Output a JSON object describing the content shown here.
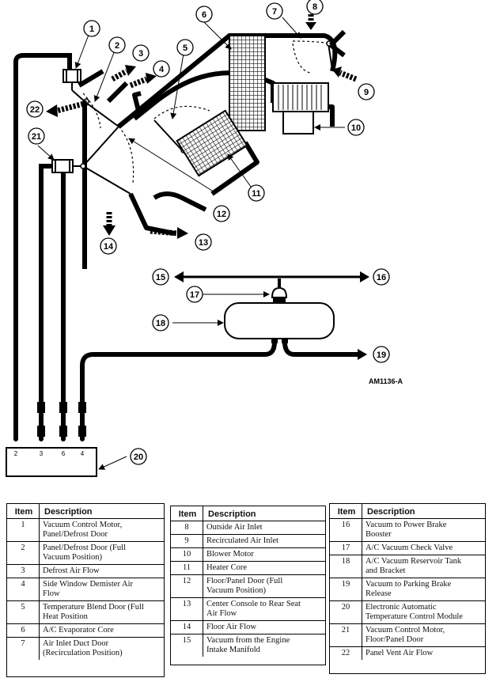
{
  "callouts": [
    "1",
    "2",
    "3",
    "4",
    "5",
    "6",
    "7",
    "8",
    "9",
    "10",
    "11",
    "12",
    "13",
    "14",
    "15",
    "16",
    "17",
    "18",
    "19",
    "20",
    "21",
    "22"
  ],
  "figure_id": "AM1136-A",
  "module_ports": [
    "2",
    "3",
    "6",
    "4"
  ],
  "table_headers": {
    "item": "Item",
    "description": "Description"
  },
  "table1": [
    {
      "item": "1",
      "desc": [
        "Vacuum Control Motor,",
        "Panel/Defrost Door"
      ]
    },
    {
      "item": "2",
      "desc": [
        "Panel/Defrost Door (Full",
        "Vacuum Position)"
      ]
    },
    {
      "item": "3",
      "desc": [
        "Defrost Air Flow"
      ]
    },
    {
      "item": "4",
      "desc": [
        "Side Window Demister Air",
        "Flow"
      ]
    },
    {
      "item": "5",
      "desc": [
        "Temperature Blend Door (Full",
        "Heat Position"
      ]
    },
    {
      "item": "6",
      "desc": [
        "A/C Evaporator Core"
      ]
    },
    {
      "item": "7",
      "desc": [
        "Air Inlet Duct Door",
        "(Recirculation Position)"
      ]
    }
  ],
  "table2": [
    {
      "item": "8",
      "desc": [
        "Outside Air Inlet"
      ]
    },
    {
      "item": "9",
      "desc": [
        "Recirculated Air Inlet"
      ]
    },
    {
      "item": "10",
      "desc": [
        "Blower Motor"
      ]
    },
    {
      "item": "11",
      "desc": [
        "Heater Core"
      ]
    },
    {
      "item": "12",
      "desc": [
        "Floor/Panel Door (Full",
        "Vacuum Position)"
      ]
    },
    {
      "item": "13",
      "desc": [
        "Center Console to Rear Seat",
        "Air Flow"
      ]
    },
    {
      "item": "14",
      "desc": [
        "Floor Air Flow"
      ]
    },
    {
      "item": "15",
      "desc": [
        "Vacuum from the Engine",
        "Intake Manifold"
      ]
    }
  ],
  "table3": [
    {
      "item": "16",
      "desc": [
        "Vacuum to Power Brake",
        "Booster"
      ]
    },
    {
      "item": "17",
      "desc": [
        "A/C Vacuum Check Valve"
      ]
    },
    {
      "item": "18",
      "desc": [
        "A/C Vacuum Reservoir Tank",
        "and Bracket"
      ]
    },
    {
      "item": "19",
      "desc": [
        "Vacuum to Parking Brake",
        "Release"
      ]
    },
    {
      "item": "20",
      "desc": [
        "Electronic Automatic",
        "Temperature Control Module"
      ]
    },
    {
      "item": "21",
      "desc": [
        "Vacuum Control Motor,",
        "Floor/Panel Door"
      ]
    },
    {
      "item": "22",
      "desc": [
        "Panel Vent Air Flow"
      ]
    }
  ]
}
